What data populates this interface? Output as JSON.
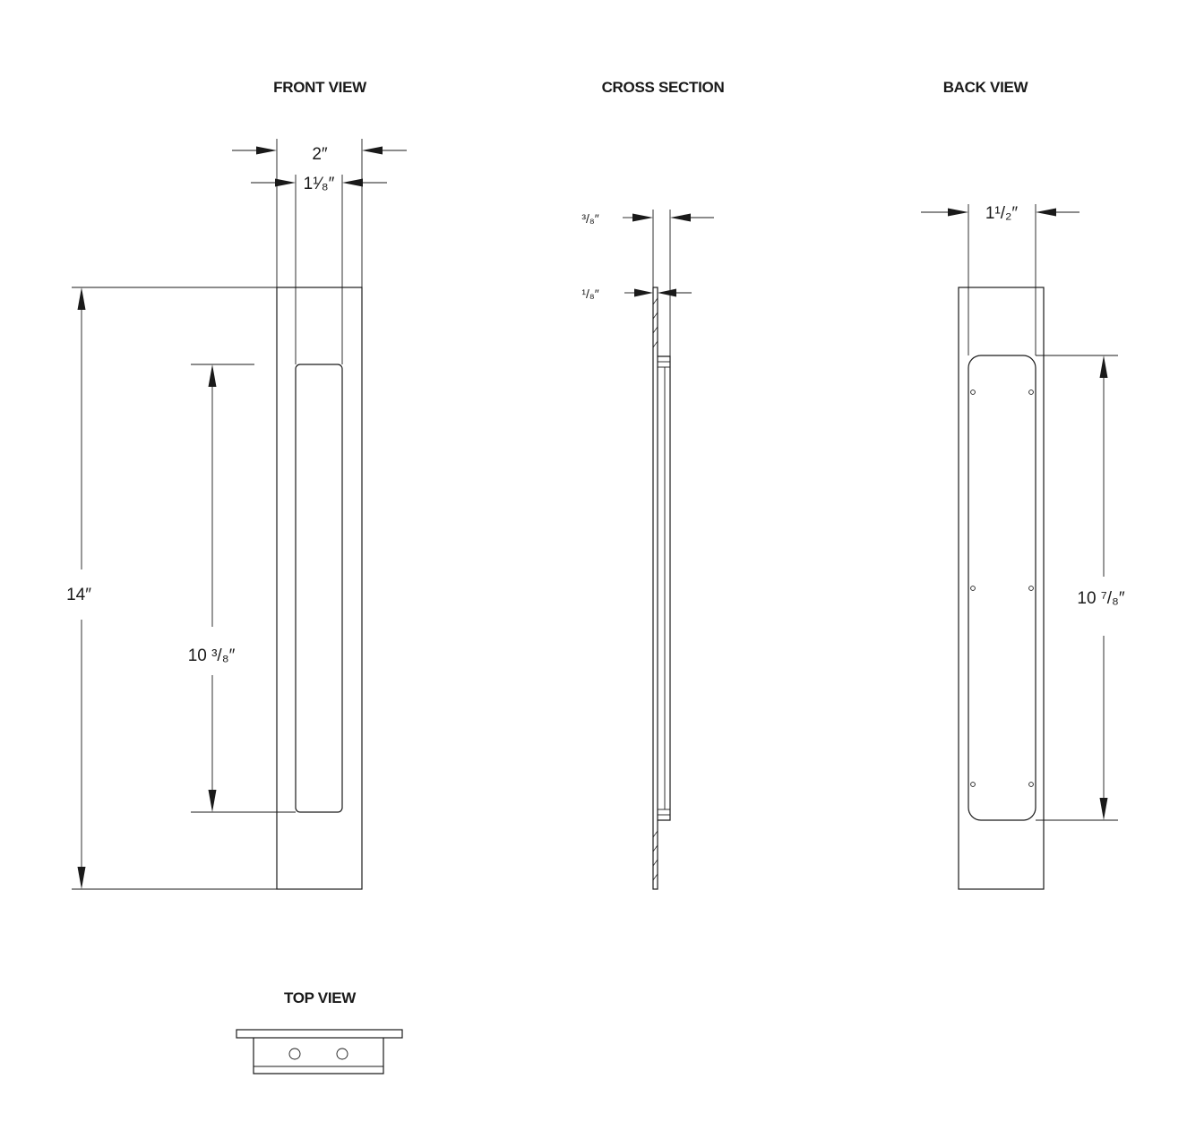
{
  "views": {
    "front": {
      "title": "FRONT VIEW"
    },
    "cross": {
      "title": "CROSS SECTION"
    },
    "back": {
      "title": "BACK VIEW"
    },
    "top": {
      "title": "TOP VIEW"
    }
  },
  "dimensions": {
    "front_overall_width": "2″",
    "front_inner_width": "1¹⁄₈″",
    "front_height": "14″",
    "front_recess_height": "10 ³/₈″",
    "cross_depth": "³/₈″",
    "cross_plate_thickness": "¹/₈″",
    "back_width": "1¹/₂″",
    "back_recess_height": "10 ⁷/₈″"
  }
}
